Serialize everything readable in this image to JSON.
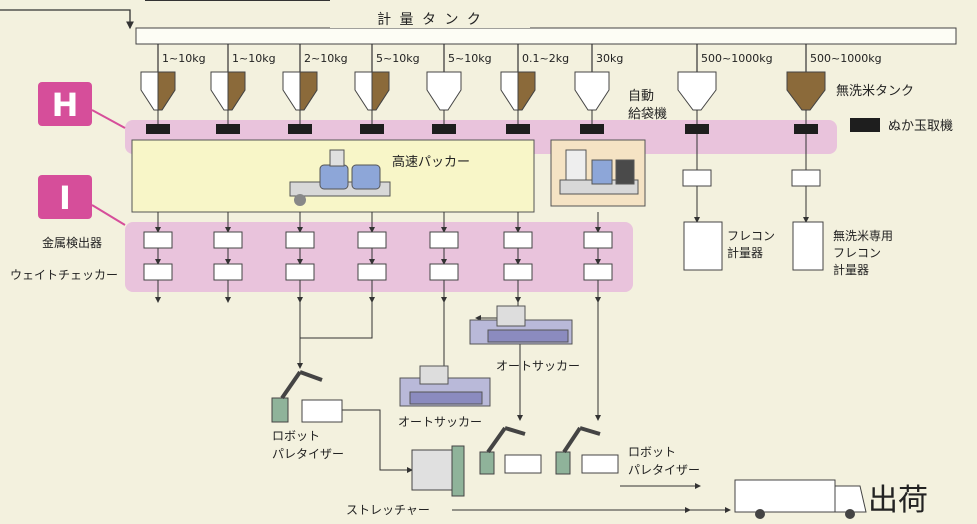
{
  "colors": {
    "background": "#f3f1de",
    "band": "#e9c3dc",
    "label_badge": "#d64e9a",
    "packer_fill": "#f8f6c8",
    "machine_fill": "#f5e3c4",
    "hopper_brown": "#8b6a3a",
    "bran_block": "#1e1e1e",
    "robot_green": "#8fb39a"
  },
  "top_tank": {
    "label": "計 量 タ ン ク"
  },
  "hoppers": [
    {
      "capacity": "1~10kg"
    },
    {
      "capacity": "1~10kg"
    },
    {
      "capacity": "2~10kg"
    },
    {
      "capacity": "5~10kg"
    },
    {
      "capacity": "5~10kg"
    },
    {
      "capacity": "0.1~2kg"
    },
    {
      "capacity": "30kg"
    },
    {
      "capacity": "500~1000kg"
    },
    {
      "capacity": "500~1000kg"
    }
  ],
  "badges": {
    "h": "H",
    "i": "I"
  },
  "labels": {
    "musenmai_tank": "無洗米タンク",
    "bran_remover": "ぬか玉取機",
    "auto_bagger_line1": "自動",
    "auto_bagger_line2": "給袋機",
    "high_speed_packer": "高速パッカー",
    "metal_detector": "金属検出器",
    "weight_checker": "ウェイトチェッカー",
    "flecon_line1": "フレコン",
    "flecon_line2": "計量器",
    "musenmai_flecon_line1": "無洗米専用",
    "musenmai_flecon_line2": "フレコン",
    "musenmai_flecon_line3": "計量器",
    "auto_sacker_1": "オートサッカー",
    "auto_sacker_2": "オートサッカー",
    "robot_left_line1": "ロボット",
    "robot_left_line2": "パレタイザー",
    "robot_right_line1": "ロボット",
    "robot_right_line2": "パレタイザー",
    "stretcher": "ストレッチャー",
    "shipping": "出荷"
  }
}
